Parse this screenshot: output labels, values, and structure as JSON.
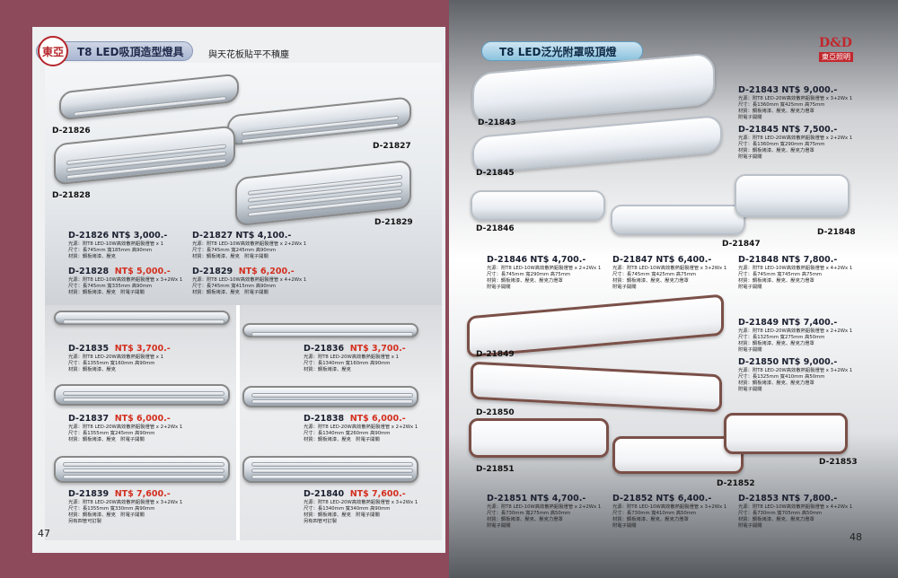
{
  "left_page": {
    "logo_text": "東亞",
    "title": "T8 LED吸頂造型燈具",
    "subtitle": "與天花板貼平不積塵",
    "page_number": "47",
    "top_products": [
      {
        "code": "D-21826",
        "price_label": "D-21826  NT$ 3,000.-",
        "spec": [
          "光源：附T8 LED-10W高效散熱鋁製燈管 x 1",
          "尺寸：長745mm 寬185mm 高90mm",
          "材質：鋼板烤漆、壓克"
        ]
      },
      {
        "code": "D-21827",
        "price_label": "D-21827  NT$ 4,100.-",
        "spec": [
          "光源：附T8 LED-10W高效散熱鋁製燈管 x 2+2Wx 1",
          "尺寸：長745mm 寬245mm 高90mm",
          "材質：鋼板烤漆、壓克　附電子開關"
        ]
      },
      {
        "code": "D-21828",
        "price_code": "D-21828",
        "price_value": "NT$ 5,000.-",
        "spec": [
          "光源：附T8 LED-10W高效散熱鋁製燈管 x 3+2Wx 1",
          "尺寸：長745mm 寬335mm 高90mm",
          "材質：鋼板烤漆、壓克　附電子開關"
        ]
      },
      {
        "code": "D-21829",
        "price_code": "D-21829",
        "price_value": "NT$ 6,200.-",
        "spec": [
          "光源：附T8 LED-10W高效散熱鋁製燈管 x 4+2Wx 1",
          "尺寸：長745mm 寬415mm 高90mm",
          "材質：鋼板烤漆、壓克　附電子開關"
        ]
      }
    ],
    "lower_products": [
      {
        "code": "D-21835",
        "price_value": "NT$ 3,700.-",
        "spec": [
          "光源：附T8 LED-20W高效散熱鋁製燈管 x 1",
          "尺寸：長1355mm 寬160mm 高90mm",
          "材質：鋼板烤漆、壓克"
        ]
      },
      {
        "code": "D-21836",
        "price_value": "NT$ 3,700.-",
        "spec": [
          "光源：附T8 LED-20W高效散熱鋁製燈管 x 1",
          "尺寸：長1340mm 寬160mm 高90mm",
          "材質：鋼板烤漆、壓克"
        ]
      },
      {
        "code": "D-21837",
        "price_value": "NT$ 6,000.-",
        "spec": [
          "光源：附T8 LED-20W高效散熱鋁製燈管 x 2+2Wx 1",
          "尺寸：長1355mm 寬245mm 高90mm",
          "材質：鋼板烤漆、壓克　附電子開關"
        ]
      },
      {
        "code": "D-21838",
        "price_value": "NT$ 6,000.-",
        "spec": [
          "光源：附T8 LED-20W高效散熱鋁製燈管 x 2+2Wx 1",
          "尺寸：長1340mm 寬260mm 高90mm",
          "材質：鋼板烤漆、壓克　附電子開關"
        ]
      },
      {
        "code": "D-21839",
        "price_value": "NT$ 7,600.-",
        "spec": [
          "光源：附T8 LED-20W高效散熱鋁製燈管 x 3+2Wx 1",
          "尺寸：長1355mm 寬330mm 高90mm",
          "材質：鋼板烤漆、壓克　附電子開關",
          "另有四管可訂製"
        ]
      },
      {
        "code": "D-21840",
        "price_value": "NT$ 7,600.-",
        "spec": [
          "光源：附T8 LED-20W高效散熱鋁製燈管 x 3+2Wx 1",
          "尺寸：長1340mm 寬340mm 高90mm",
          "材質：鋼板烤漆、壓克　附電子開關",
          "另有四管可訂製"
        ]
      }
    ]
  },
  "right_page": {
    "title": "T8 LED泛光附罩吸頂燈",
    "brand": "D&D",
    "brand_sub": "東亞照明",
    "page_number": "48",
    "lamp_labels": [
      "D-21843",
      "D-21845",
      "D-21846",
      "D-21847",
      "D-21848",
      "D-21849",
      "D-21850",
      "D-21851",
      "D-21852",
      "D-21853"
    ],
    "products": [
      {
        "code": "D-21843",
        "price": "D-21843  NT$ 9,000.-",
        "spec": [
          "光源：附T8 LED-20W高效散熱鋁製燈管 x 3+2Wx 1",
          "尺寸：長1360mm 寬425mm 高75mm",
          "材質：鋼板烤漆、壓克、壓克力燈罩",
          "附電子開關"
        ]
      },
      {
        "code": "D-21845",
        "price": "D-21845  NT$ 7,500.-",
        "spec": [
          "光源：附T8 LED-20W高效散熱鋁製燈管 x 2+2Wx 1",
          "尺寸：長1360mm 寬290mm 高75mm",
          "材質：鋼板烤漆、壓克、壓克力燈罩",
          "附電子開關"
        ]
      },
      {
        "code": "D-21846",
        "price": "D-21846  NT$ 4,700.-",
        "spec": [
          "光源：附T8 LED-10W高效散熱鋁製燈管 x 2+2Wx 1",
          "尺寸：長745mm 寬290mm 高75mm",
          "材質：鋼板烤漆、壓克、壓克力燈罩",
          "附電子開關"
        ]
      },
      {
        "code": "D-21847",
        "price": "D-21847  NT$ 6,400.-",
        "spec": [
          "光源：附T8 LED-10W高效散熱鋁製燈管 x 3+2Wx 1",
          "尺寸：長745mm 寬425mm 高75mm",
          "材質：鋼板烤漆、壓克、壓克力燈罩",
          "附電子開關"
        ]
      },
      {
        "code": "D-21848",
        "price": "D-21848  NT$ 7,800.-",
        "spec": [
          "光源：附T8 LED-10W高效散熱鋁製燈管 x 4+2Wx 1",
          "尺寸：長745mm 寬745mm 高75mm",
          "材質：鋼板烤漆、壓克、壓克力燈罩",
          "附電子開關"
        ]
      },
      {
        "code": "D-21849",
        "price": "D-21849  NT$ 7,400.-",
        "spec": [
          "光源：附T8 LED-20W高效散熱鋁製燈管 x 2+2Wx 1",
          "尺寸：長1325mm 寬275mm 高50mm",
          "材質：鋼板烤漆、壓克、壓克力燈罩",
          "附電子開關"
        ]
      },
      {
        "code": "D-21850",
        "price": "D-21850  NT$ 9,000.-",
        "spec": [
          "光源：附T8 LED-20W高效散熱鋁製燈管 x 3+2Wx 1",
          "尺寸：長1325mm 寬410mm 高50mm",
          "材質：鋼板烤漆、壓克、壓克力燈罩",
          "附電子開關"
        ]
      },
      {
        "code": "D-21851",
        "price": "D-21851  NT$ 4,700.-",
        "spec": [
          "光源：附T8 LED-10W高效散熱鋁製燈管 x 2+2Wx 1",
          "尺寸：長730mm 寬275mm 高50mm",
          "材質：鋼板烤漆、壓克、壓克力燈罩",
          "附電子開關"
        ]
      },
      {
        "code": "D-21852",
        "price": "D-21852  NT$ 6,400.-",
        "spec": [
          "光源：附T8 LED-10W高效散熱鋁製燈管 x 3+2Wx 1",
          "尺寸：長730mm 寬410mm 高50mm",
          "材質：鋼板烤漆、壓克、壓克力燈罩",
          "附電子開關"
        ]
      },
      {
        "code": "D-21853",
        "price": "D-21853  NT$ 7,800.-",
        "spec": [
          "光源：附T8 LED-10W高效散熱鋁製燈管 x 4+2Wx 1",
          "尺寸：長730mm 寬705mm 高50mm",
          "材質：鋼板烤漆、壓克、壓克力燈罩",
          "附電子開關"
        ]
      }
    ]
  },
  "colors": {
    "left_border": "#8c4a5a",
    "price_red": "#d42f1f",
    "brand_red": "#c1272d"
  }
}
